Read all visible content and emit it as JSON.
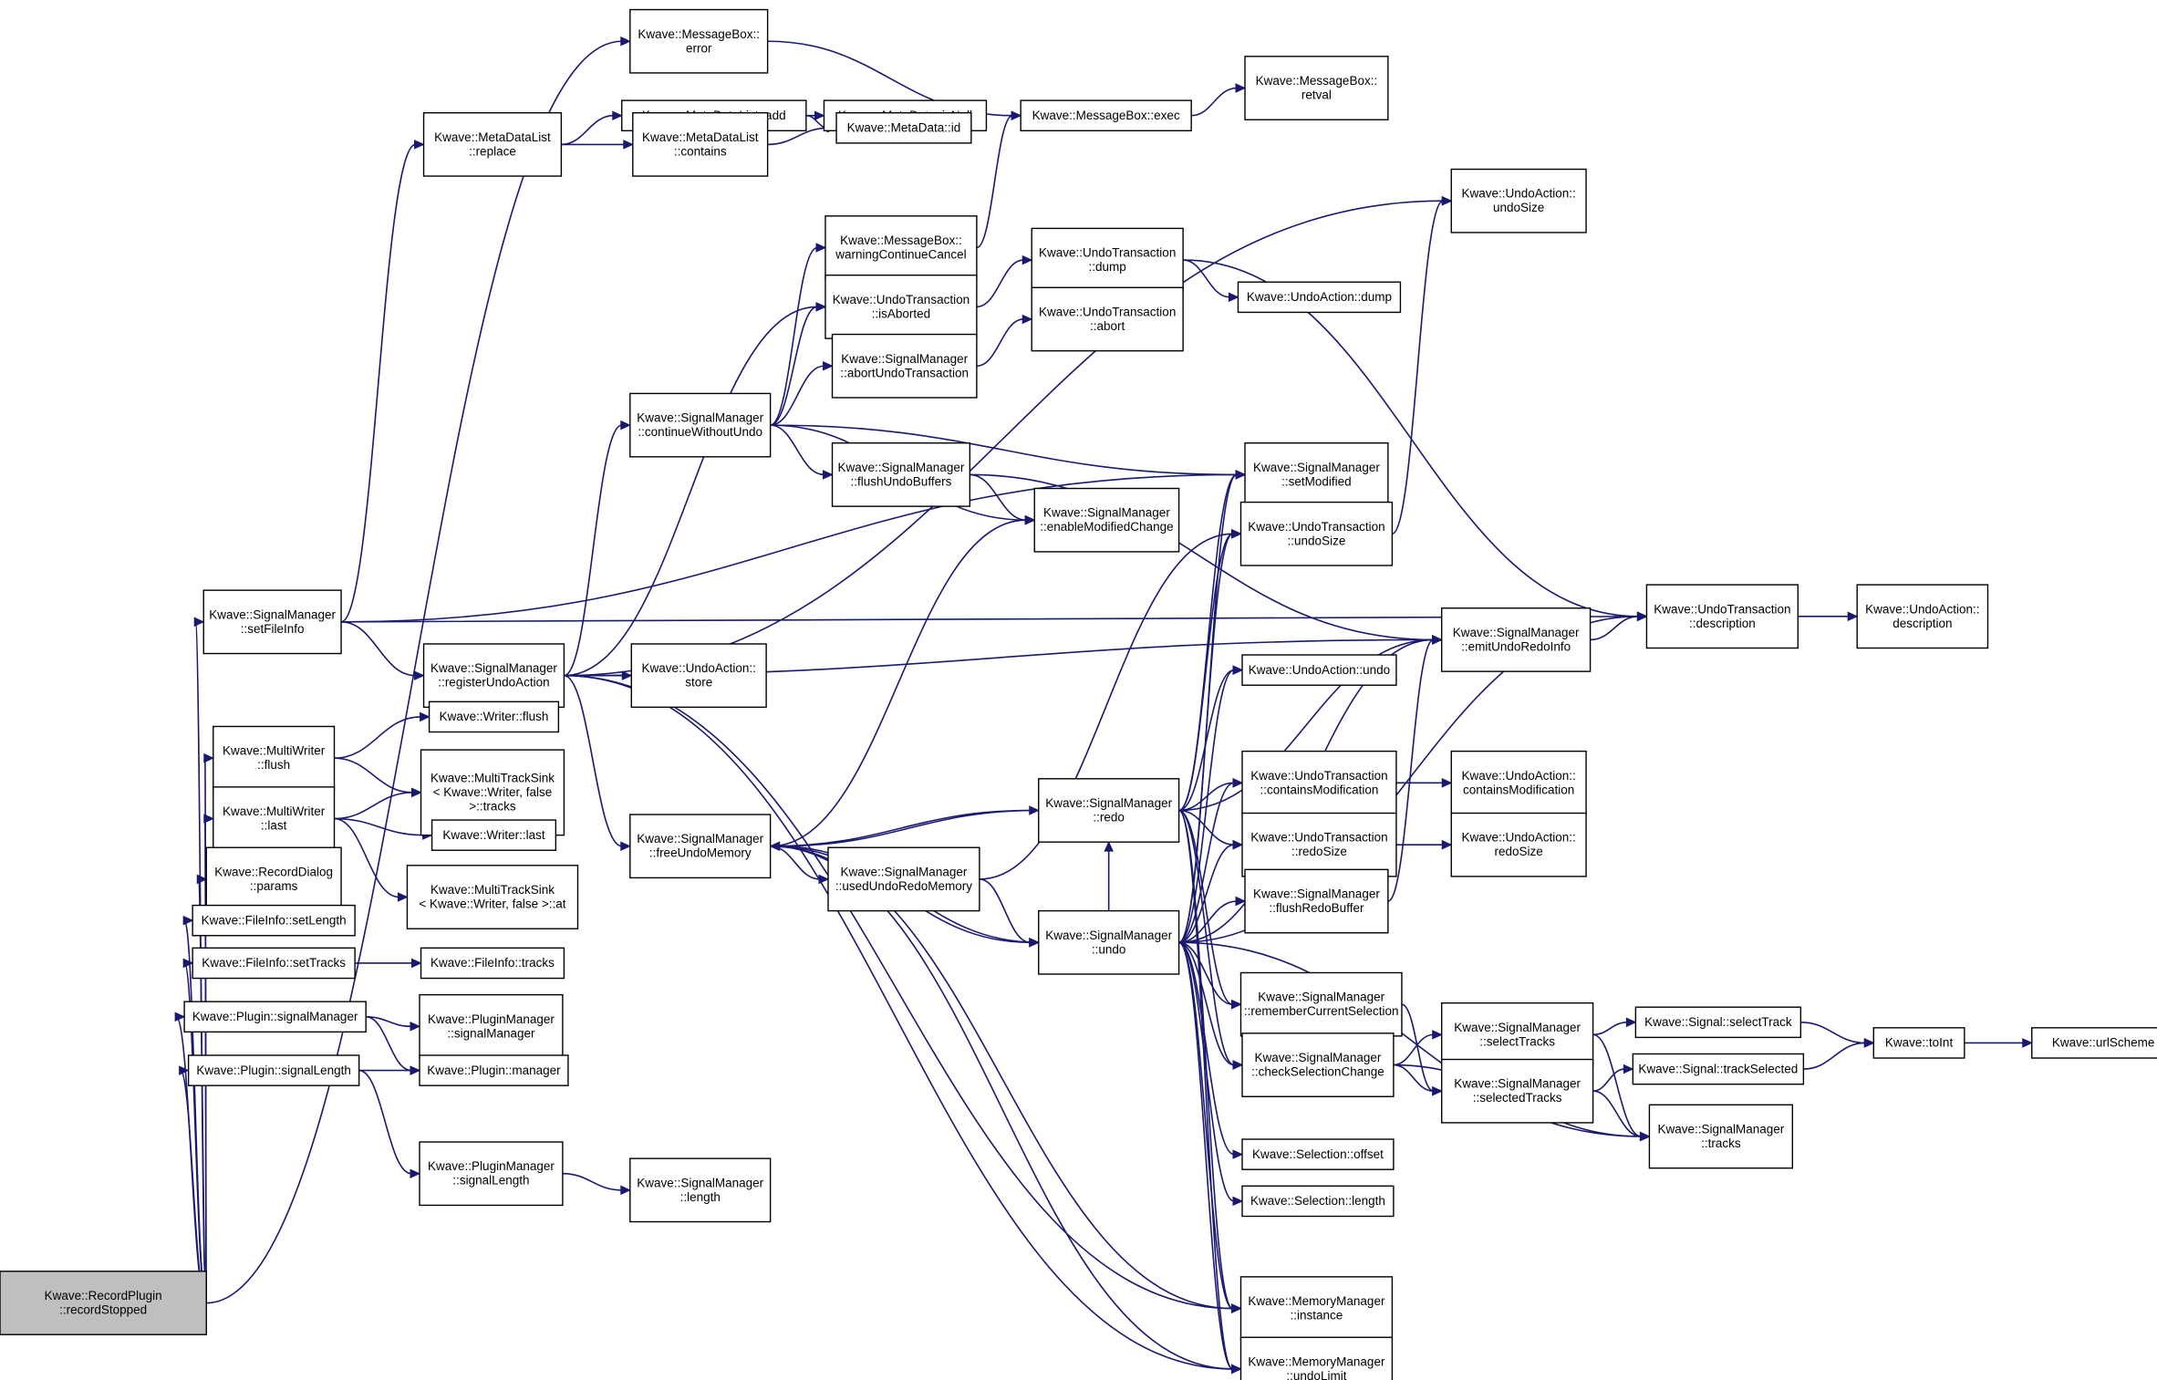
{
  "nodes": [
    {
      "id": "root",
      "lines": [
        "Kwave::RecordPlugin",
        "::recordStopped"
      ],
      "root": true
    },
    {
      "id": "msgbox_error",
      "lines": [
        "Kwave::MessageBox::",
        "error"
      ]
    },
    {
      "id": "mdl_add",
      "lines": [
        "Kwave::MetaDataList::add"
      ]
    },
    {
      "id": "md_isnull",
      "lines": [
        "Kwave::MetaData::isNull"
      ]
    },
    {
      "id": "msgbox_exec",
      "lines": [
        "Kwave::MessageBox::exec"
      ]
    },
    {
      "id": "msgbox_retval",
      "lines": [
        "Kwave::MessageBox::",
        "retval"
      ]
    },
    {
      "id": "mdl_replace",
      "lines": [
        "Kwave::MetaDataList",
        "::replace"
      ]
    },
    {
      "id": "mdl_contains",
      "lines": [
        "Kwave::MetaDataList",
        "::contains"
      ]
    },
    {
      "id": "md_id",
      "lines": [
        "Kwave::MetaData::id"
      ]
    },
    {
      "id": "ua_undosize",
      "lines": [
        "Kwave::UndoAction::",
        "undoSize"
      ]
    },
    {
      "id": "msgbox_wcc",
      "lines": [
        "Kwave::MessageBox::",
        "warningContinueCancel"
      ]
    },
    {
      "id": "ut_dump",
      "lines": [
        "Kwave::UndoTransaction",
        "::dump"
      ]
    },
    {
      "id": "ut_isaborted",
      "lines": [
        "Kwave::UndoTransaction",
        "::isAborted"
      ]
    },
    {
      "id": "ua_dump",
      "lines": [
        "Kwave::UndoAction::dump"
      ]
    },
    {
      "id": "ut_abort",
      "lines": [
        "Kwave::UndoTransaction",
        "::abort"
      ]
    },
    {
      "id": "sm_abortundo",
      "lines": [
        "Kwave::SignalManager",
        "::abortUndoTransaction"
      ]
    },
    {
      "id": "sm_continue",
      "lines": [
        "Kwave::SignalManager",
        "::continueWithoutUndo"
      ]
    },
    {
      "id": "sm_flushundo",
      "lines": [
        "Kwave::SignalManager",
        "::flushUndoBuffers"
      ]
    },
    {
      "id": "sm_setmodified",
      "lines": [
        "Kwave::SignalManager",
        "::setModified"
      ]
    },
    {
      "id": "sm_enablemod",
      "lines": [
        "Kwave::SignalManager",
        "::enableModifiedChange"
      ]
    },
    {
      "id": "ut_undosize",
      "lines": [
        "Kwave::UndoTransaction",
        "::undoSize"
      ]
    },
    {
      "id": "sm_setfileinfo",
      "lines": [
        "Kwave::SignalManager",
        "::setFileInfo"
      ]
    },
    {
      "id": "ut_description",
      "lines": [
        "Kwave::UndoTransaction",
        "::description"
      ]
    },
    {
      "id": "ua_description",
      "lines": [
        "Kwave::UndoAction::",
        "description"
      ]
    },
    {
      "id": "sm_emitundoredo",
      "lines": [
        "Kwave::SignalManager",
        "::emitUndoRedoInfo"
      ]
    },
    {
      "id": "sm_registerundo",
      "lines": [
        "Kwave::SignalManager",
        "::registerUndoAction"
      ]
    },
    {
      "id": "ua_store",
      "lines": [
        "Kwave::UndoAction::",
        "store"
      ]
    },
    {
      "id": "ua_undo",
      "lines": [
        "Kwave::UndoAction::undo"
      ]
    },
    {
      "id": "writer_flush",
      "lines": [
        "Kwave::Writer::flush"
      ]
    },
    {
      "id": "mw_flush",
      "lines": [
        "Kwave::MultiWriter",
        "::flush"
      ]
    },
    {
      "id": "mts_tracks",
      "lines": [
        "Kwave::MultiTrackSink",
        "< Kwave::Writer, false",
        ">::tracks"
      ]
    },
    {
      "id": "ut_containsmod",
      "lines": [
        "Kwave::UndoTransaction",
        "::containsModification"
      ]
    },
    {
      "id": "ua_containsmod",
      "lines": [
        "Kwave::UndoAction::",
        "containsModification"
      ]
    },
    {
      "id": "sm_redo",
      "lines": [
        "Kwave::SignalManager",
        "::redo"
      ]
    },
    {
      "id": "mw_last",
      "lines": [
        "Kwave::MultiWriter",
        "::last"
      ]
    },
    {
      "id": "writer_last",
      "lines": [
        "Kwave::Writer::last"
      ]
    },
    {
      "id": "sm_freeundo",
      "lines": [
        "Kwave::SignalManager",
        "::freeUndoMemory"
      ]
    },
    {
      "id": "ut_redosize",
      "lines": [
        "Kwave::UndoTransaction",
        "::redoSize"
      ]
    },
    {
      "id": "ua_redosize",
      "lines": [
        "Kwave::UndoAction::",
        "redoSize"
      ]
    },
    {
      "id": "rd_params",
      "lines": [
        "Kwave::RecordDialog",
        "::params"
      ]
    },
    {
      "id": "sm_usedundoredo",
      "lines": [
        "Kwave::SignalManager",
        "::usedUndoRedoMemory"
      ]
    },
    {
      "id": "mts_at",
      "lines": [
        "Kwave::MultiTrackSink",
        "< Kwave::Writer, false >::at"
      ]
    },
    {
      "id": "sm_flushredo",
      "lines": [
        "Kwave::SignalManager",
        "::flushRedoBuffer"
      ]
    },
    {
      "id": "fi_setlength",
      "lines": [
        "Kwave::FileInfo::setLength"
      ]
    },
    {
      "id": "sm_undo",
      "lines": [
        "Kwave::SignalManager",
        "::undo"
      ]
    },
    {
      "id": "fi_settracks",
      "lines": [
        "Kwave::FileInfo::setTracks"
      ]
    },
    {
      "id": "fi_tracks",
      "lines": [
        "Kwave::FileInfo::tracks"
      ]
    },
    {
      "id": "sm_remembersel",
      "lines": [
        "Kwave::SignalManager",
        "::rememberCurrentSelection"
      ]
    },
    {
      "id": "p_signalmanager",
      "lines": [
        "Kwave::Plugin::signalManager"
      ]
    },
    {
      "id": "pm_signalmanager",
      "lines": [
        "Kwave::PluginManager",
        "::signalManager"
      ]
    },
    {
      "id": "sm_selecttracks",
      "lines": [
        "Kwave::SignalManager",
        "::selectTracks"
      ]
    },
    {
      "id": "sig_selecttrack",
      "lines": [
        "Kwave::Signal::selectTrack"
      ]
    },
    {
      "id": "sm_checksel",
      "lines": [
        "Kwave::SignalManager",
        "::checkSelectionChange"
      ]
    },
    {
      "id": "toint",
      "lines": [
        "Kwave::toInt"
      ]
    },
    {
      "id": "urlscheme",
      "lines": [
        "Kwave::urlScheme"
      ]
    },
    {
      "id": "p_signallength",
      "lines": [
        "Kwave::Plugin::signalLength"
      ]
    },
    {
      "id": "p_manager",
      "lines": [
        "Kwave::Plugin::manager"
      ]
    },
    {
      "id": "sm_selectedtracks",
      "lines": [
        "Kwave::SignalManager",
        "::selectedTracks"
      ]
    },
    {
      "id": "sig_trackselected",
      "lines": [
        "Kwave::Signal::trackSelected"
      ]
    },
    {
      "id": "sm_tracks",
      "lines": [
        "Kwave::SignalManager",
        "::tracks"
      ]
    },
    {
      "id": "sel_offset",
      "lines": [
        "Kwave::Selection::offset"
      ]
    },
    {
      "id": "pm_signallength",
      "lines": [
        "Kwave::PluginManager",
        "::signalLength"
      ]
    },
    {
      "id": "sm_length",
      "lines": [
        "Kwave::SignalManager",
        "::length"
      ]
    },
    {
      "id": "sel_length",
      "lines": [
        "Kwave::Selection::length"
      ]
    },
    {
      "id": "mm_instance",
      "lines": [
        "Kwave::MemoryManager",
        "::instance"
      ]
    },
    {
      "id": "mm_undolimit",
      "lines": [
        "Kwave::MemoryManager",
        "::undoLimit"
      ]
    }
  ],
  "edges": [
    [
      "root",
      "msgbox_error"
    ],
    [
      "root",
      "sm_setfileinfo"
    ],
    [
      "root",
      "mw_flush"
    ],
    [
      "root",
      "mw_last"
    ],
    [
      "root",
      "rd_params"
    ],
    [
      "root",
      "fi_setlength"
    ],
    [
      "root",
      "fi_settracks"
    ],
    [
      "root",
      "p_signalmanager"
    ],
    [
      "root",
      "p_signallength"
    ],
    [
      "msgbox_error",
      "msgbox_exec"
    ],
    [
      "msgbox_exec",
      "msgbox_retval"
    ],
    [
      "mdl_add",
      "md_isnull"
    ],
    [
      "mdl_add",
      "md_id"
    ],
    [
      "mdl_replace",
      "mdl_add"
    ],
    [
      "mdl_replace",
      "mdl_contains"
    ],
    [
      "mdl_contains",
      "md_id"
    ],
    [
      "msgbox_wcc",
      "msgbox_exec"
    ],
    [
      "ut_isaborted",
      "ut_dump"
    ],
    [
      "ut_dump",
      "ua_dump"
    ],
    [
      "ut_dump",
      "ut_description"
    ],
    [
      "sm_abortundo",
      "ut_abort"
    ],
    [
      "sm_continue",
      "msgbox_wcc"
    ],
    [
      "sm_continue",
      "ut_isaborted"
    ],
    [
      "sm_continue",
      "sm_abortundo"
    ],
    [
      "sm_continue",
      "sm_flushundo"
    ],
    [
      "sm_continue",
      "sm_setmodified"
    ],
    [
      "sm_continue",
      "sm_enablemod"
    ],
    [
      "sm_flushundo",
      "sm_enablemod"
    ],
    [
      "sm_flushundo",
      "sm_emitundoredo"
    ],
    [
      "sm_setfileinfo",
      "mdl_replace"
    ],
    [
      "sm_setfileinfo",
      "sm_registerundo"
    ],
    [
      "sm_setfileinfo",
      "sm_setmodified"
    ],
    [
      "sm_setfileinfo",
      "ut_description"
    ],
    [
      "sm_registerundo",
      "ua_undosize"
    ],
    [
      "sm_registerundo",
      "ut_isaborted"
    ],
    [
      "sm_registerundo",
      "sm_continue"
    ],
    [
      "sm_registerundo",
      "ua_store"
    ],
    [
      "sm_registerundo",
      "sm_freeundo"
    ],
    [
      "sm_registerundo",
      "sm_emitundoredo"
    ],
    [
      "sm_registerundo",
      "mm_instance"
    ],
    [
      "sm_registerundo",
      "mm_undolimit"
    ],
    [
      "ut_undosize",
      "ua_undosize"
    ],
    [
      "ut_description",
      "ua_description"
    ],
    [
      "sm_emitundoredo",
      "ut_description"
    ],
    [
      "mw_flush",
      "writer_flush"
    ],
    [
      "mw_flush",
      "mts_tracks"
    ],
    [
      "mw_last",
      "mts_tracks"
    ],
    [
      "mw_last",
      "writer_last"
    ],
    [
      "mw_last",
      "mts_at"
    ],
    [
      "sm_freeundo",
      "sm_enablemod"
    ],
    [
      "sm_freeundo",
      "sm_usedundoredo"
    ],
    [
      "sm_freeundo",
      "sm_redo"
    ],
    [
      "sm_freeundo",
      "sm_undo"
    ],
    [
      "sm_freeundo",
      "mm_instance"
    ],
    [
      "sm_freeundo",
      "mm_undolimit"
    ],
    [
      "sm_usedundoredo",
      "ut_undosize"
    ],
    [
      "sm_usedundoredo",
      "sm_undo"
    ],
    [
      "sm_redo",
      "sm_freeundo"
    ],
    [
      "sm_redo",
      "sm_setmodified"
    ],
    [
      "sm_redo",
      "ut_undosize"
    ],
    [
      "sm_redo",
      "ua_undo"
    ],
    [
      "sm_redo",
      "sm_emitundoredo"
    ],
    [
      "sm_redo",
      "ut_containsmod"
    ],
    [
      "sm_redo",
      "ut_redosize"
    ],
    [
      "sm_redo",
      "sm_remembersel"
    ],
    [
      "sm_redo",
      "sm_checksel"
    ],
    [
      "sm_redo",
      "mm_instance"
    ],
    [
      "sm_redo",
      "mm_undolimit"
    ],
    [
      "ut_containsmod",
      "ua_containsmod"
    ],
    [
      "ut_redosize",
      "ua_redosize"
    ],
    [
      "sm_flushredo",
      "sm_emitundoredo"
    ],
    [
      "sm_undo",
      "sm_freeundo"
    ],
    [
      "sm_undo",
      "sm_redo"
    ],
    [
      "sm_undo",
      "sm_setmodified"
    ],
    [
      "sm_undo",
      "ut_undosize"
    ],
    [
      "sm_undo",
      "ua_undo"
    ],
    [
      "sm_undo",
      "sm_emitundoredo"
    ],
    [
      "sm_undo",
      "ut_containsmod"
    ],
    [
      "sm_undo",
      "ut_redosize"
    ],
    [
      "sm_undo",
      "sm_flushredo"
    ],
    [
      "sm_undo",
      "ut_description"
    ],
    [
      "sm_undo",
      "sm_remembersel"
    ],
    [
      "sm_undo",
      "sm_checksel"
    ],
    [
      "sm_undo",
      "sel_offset"
    ],
    [
      "sm_undo",
      "sel_length"
    ],
    [
      "sm_undo",
      "sm_tracks"
    ],
    [
      "sm_undo",
      "mm_instance"
    ],
    [
      "sm_undo",
      "mm_undolimit"
    ],
    [
      "fi_settracks",
      "fi_tracks"
    ],
    [
      "sm_remembersel",
      "sm_selectedtracks"
    ],
    [
      "sm_checksel",
      "sm_selecttracks"
    ],
    [
      "sm_checksel",
      "sm_selectedtracks"
    ],
    [
      "sm_checksel",
      "sm_tracks"
    ],
    [
      "sm_selecttracks",
      "sig_selecttrack"
    ],
    [
      "sm_selecttracks",
      "sm_tracks"
    ],
    [
      "sig_selecttrack",
      "toint"
    ],
    [
      "toint",
      "urlscheme"
    ],
    [
      "sm_selectedtracks",
      "sig_trackselected"
    ],
    [
      "sm_selectedtracks",
      "sm_tracks"
    ],
    [
      "sig_trackselected",
      "toint"
    ],
    [
      "p_signalmanager",
      "pm_signalmanager"
    ],
    [
      "p_signalmanager",
      "p_manager"
    ],
    [
      "p_signallength",
      "p_manager"
    ],
    [
      "p_signallength",
      "pm_signallength"
    ],
    [
      "pm_signallength",
      "sm_length"
    ]
  ]
}
